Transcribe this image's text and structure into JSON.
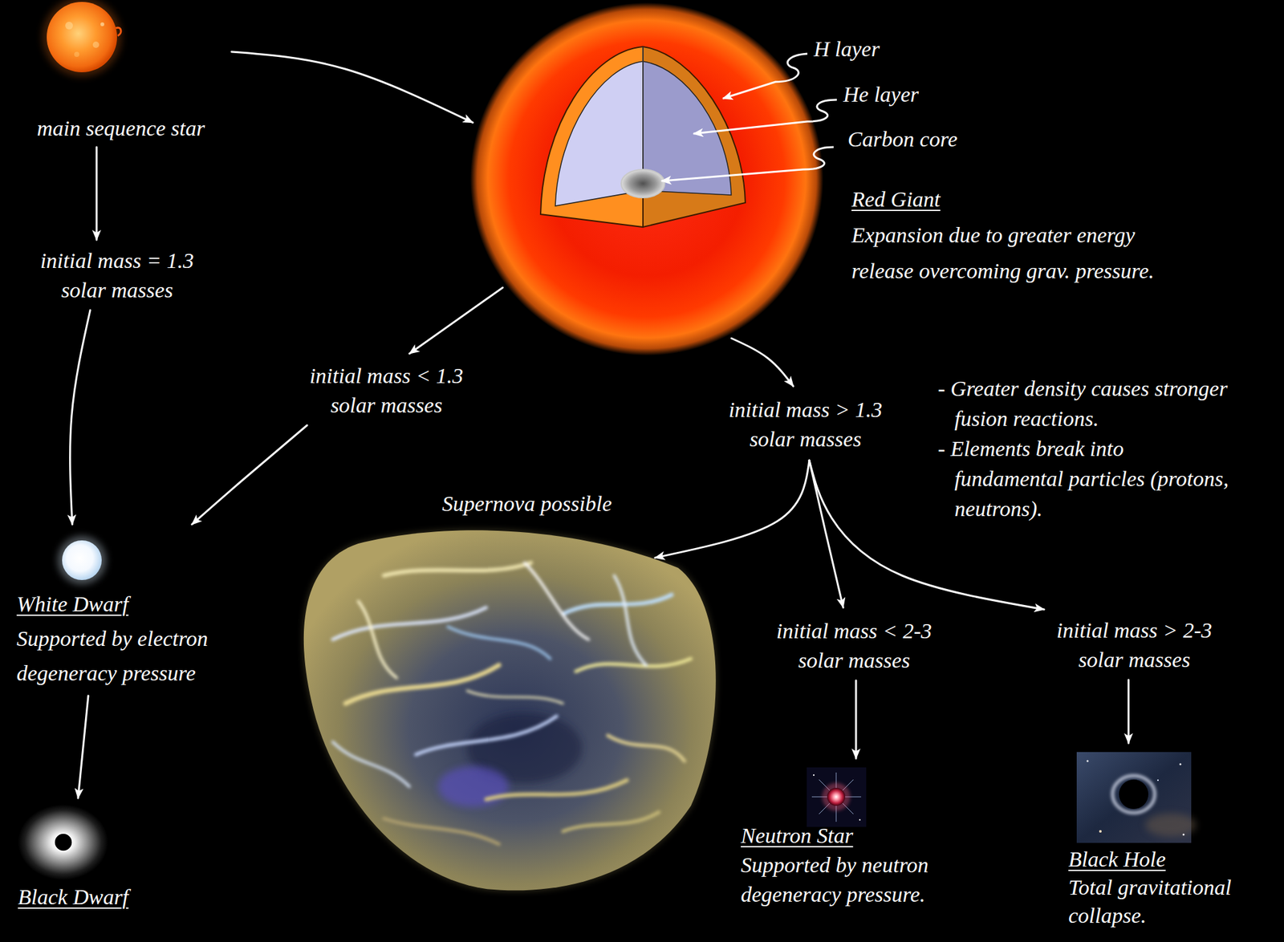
{
  "diagram": {
    "nodes": [
      {
        "text": [
          "main sequence star"
        ]
      },
      {
        "text": [
          "Red Giant",
          "Expansion due to greater energy release overcoming grav. pressure."
        ]
      },
      {
        "text": [
          "initial mass = 1.3 solar masses"
        ]
      },
      {
        "text": [
          "initial mass < 1.3 solar masses"
        ]
      },
      {
        "text": [
          "initial mass > 1.3 solar masses"
        ]
      },
      {
        "text": [
          "White Dwarf",
          "Supported by electron degeneracy pressure"
        ]
      },
      {
        "text": [
          "Supernova possible"
        ]
      },
      {
        "text": [
          "initial mass < 2-3 solar masses"
        ]
      },
      {
        "text": [
          "initial mass > 2-3 solar masses"
        ]
      },
      {
        "text": [
          "Black Dwarf"
        ]
      },
      {
        "text": [
          "Neutron Star",
          "Supported by neutron degeneracy pressure."
        ]
      },
      {
        "text": [
          "Black Hole",
          "Total gravitational collapse."
        ]
      }
    ],
    "edges": [
      {
        "from": 0,
        "to": 1,
        "arrow": "to"
      },
      {
        "from": 0,
        "to": 2,
        "arrow": "to"
      },
      {
        "from": 2,
        "to": 5,
        "arrow": "to"
      },
      {
        "from": 1,
        "to": 3,
        "arrow": "to"
      },
      {
        "from": 3,
        "to": 5,
        "arrow": "to"
      },
      {
        "from": 1,
        "to": 4,
        "arrow": "to"
      },
      {
        "from": 4,
        "to": 6,
        "arrow": "to"
      },
      {
        "from": 4,
        "to": 7,
        "arrow": "to"
      },
      {
        "from": 4,
        "to": 8,
        "arrow": "to"
      },
      {
        "from": 7,
        "to": 10,
        "arrow": "to"
      },
      {
        "from": 8,
        "to": 11,
        "arrow": "to"
      },
      {
        "from": 5,
        "to": 9,
        "arrow": "to"
      }
    ],
    "labels": [
      "H layer",
      "He layer",
      "Carbon core",
      "- Greater density causes stronger fusion reactions.",
      "- Elements break into fundamental particles (protons, neutrons)."
    ]
  }
}
